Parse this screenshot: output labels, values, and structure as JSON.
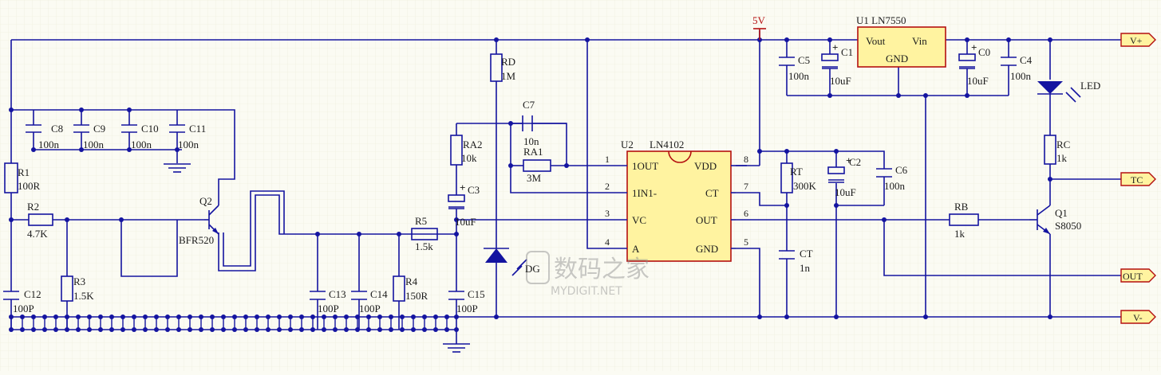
{
  "schematic": {
    "watermark": {
      "text_cn": "数码之家",
      "text_en": "MYDIGIT.NET"
    },
    "colors": {
      "wire": "#1414a0",
      "text": "#1c1c1c",
      "ic_fill": "#fff3a0",
      "ic_border": "#b41010",
      "port_fill": "#fff3a0",
      "power_label": "#b41010",
      "grid": "#ececd9"
    },
    "ports": {
      "vplus": "V+",
      "tc": "TC",
      "out": "OUT",
      "vminus": "V-"
    },
    "power_label": "5V",
    "ic_u2": {
      "ref": "U2",
      "part": "LN4102",
      "left_pins": [
        {
          "num": "1",
          "name": "1OUT"
        },
        {
          "num": "2",
          "name": "1IN1-"
        },
        {
          "num": "3",
          "name": "VC"
        },
        {
          "num": "4",
          "name": "A"
        }
      ],
      "right_pins": [
        {
          "num": "8",
          "name": "VDD"
        },
        {
          "num": "7",
          "name": "CT"
        },
        {
          "num": "6",
          "name": "OUT"
        },
        {
          "num": "5",
          "name": "GND"
        }
      ]
    },
    "ic_u1": {
      "ref_part": "U1  LN7550",
      "vout": "Vout",
      "vin": "Vin",
      "gnd": "GND"
    },
    "components": {
      "r1": {
        "ref": "R1",
        "value": "100R"
      },
      "r2": {
        "ref": "R2",
        "value": "4.7K"
      },
      "r3": {
        "ref": "R3",
        "value": "1.5K"
      },
      "r4": {
        "ref": "R4",
        "value": "150R"
      },
      "r5": {
        "ref": "R5",
        "value": "1.5k"
      },
      "ra1": {
        "ref": "RA1",
        "value": "3M"
      },
      "ra2": {
        "ref": "RA2",
        "value": "10k"
      },
      "rd": {
        "ref": "RD",
        "value": "1M"
      },
      "rt": {
        "ref": "RT",
        "value": "300K"
      },
      "rb": {
        "ref": "RB",
        "value": "1k"
      },
      "rc": {
        "ref": "RC",
        "value": "1k"
      },
      "c0": {
        "ref": "C0",
        "value": "10uF"
      },
      "c1": {
        "ref": "C1",
        "value": "10uF"
      },
      "c2": {
        "ref": "C2",
        "value": "10uF"
      },
      "c3": {
        "ref": "C3",
        "value": "10uF"
      },
      "c4": {
        "ref": "C4",
        "value": "100n"
      },
      "c5": {
        "ref": "C5",
        "value": "100n"
      },
      "c6": {
        "ref": "C6",
        "value": "100n"
      },
      "c7": {
        "ref": "C7",
        "value": "10n"
      },
      "c8": {
        "ref": "C8",
        "value": "100n"
      },
      "c9": {
        "ref": "C9",
        "value": "100n"
      },
      "c10": {
        "ref": "C10",
        "value": "100n"
      },
      "c11": {
        "ref": "C11",
        "value": "100n"
      },
      "c12": {
        "ref": "C12",
        "value": "100P"
      },
      "c13": {
        "ref": "C13",
        "value": "100P"
      },
      "c14": {
        "ref": "C14",
        "value": "100P"
      },
      "c15": {
        "ref": "C15",
        "value": "100P"
      },
      "ct": {
        "ref": "CT",
        "value": "1n"
      },
      "q1": {
        "ref": "Q1",
        "value": "S8050"
      },
      "q2": {
        "ref": "Q2",
        "value": "BFR520"
      },
      "dg": {
        "ref": "DG"
      },
      "led": {
        "ref": "LED"
      }
    }
  }
}
